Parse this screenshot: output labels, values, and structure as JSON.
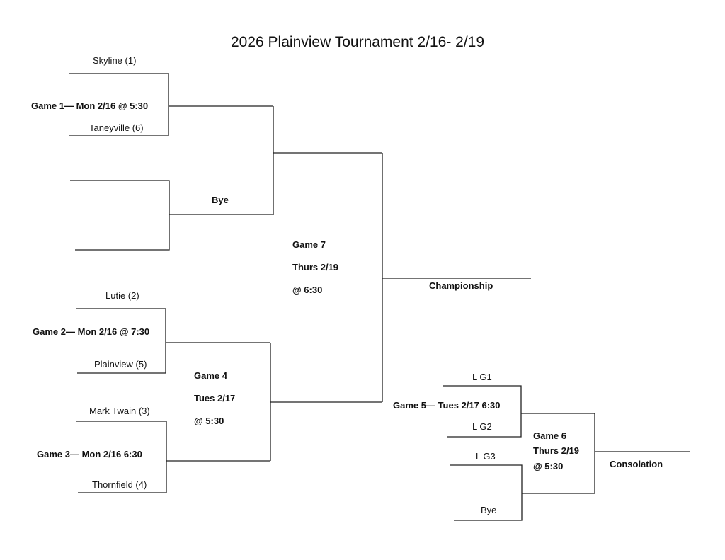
{
  "title": "2026 Plainview Tournament 2/16- 2/19",
  "teams": {
    "skyline": "Skyline (1)",
    "taneyville": "Taneyville (6)",
    "lutie": "Lutie (2)",
    "plainview": "Plainview (5)",
    "mark_twain": "Mark Twain (3)",
    "thornfield": "Thornfield (4)"
  },
  "games": {
    "game1": "Game 1— Mon 2/16 @ 5:30",
    "bye_top": "Bye",
    "game2": "Game 2— Mon 2/16 @ 7:30",
    "game3": "Game 3— Mon 2/16 6:30",
    "game4": {
      "name": "Game 4",
      "date": "Tues 2/17",
      "time": "@ 5:30"
    },
    "game7": {
      "name": "Game 7",
      "date": "Thurs 2/19",
      "time": "@ 6:30"
    },
    "championship": "Championship"
  },
  "consolation": {
    "lg1": "L G1",
    "lg2": "L G2",
    "lg3": "L G3",
    "bye": "Bye",
    "game5": "Game 5— Tues 2/17 6:30",
    "game6": {
      "name": "Game 6",
      "date": "Thurs 2/19",
      "time": "@ 5:30"
    },
    "label": "Consolation"
  }
}
